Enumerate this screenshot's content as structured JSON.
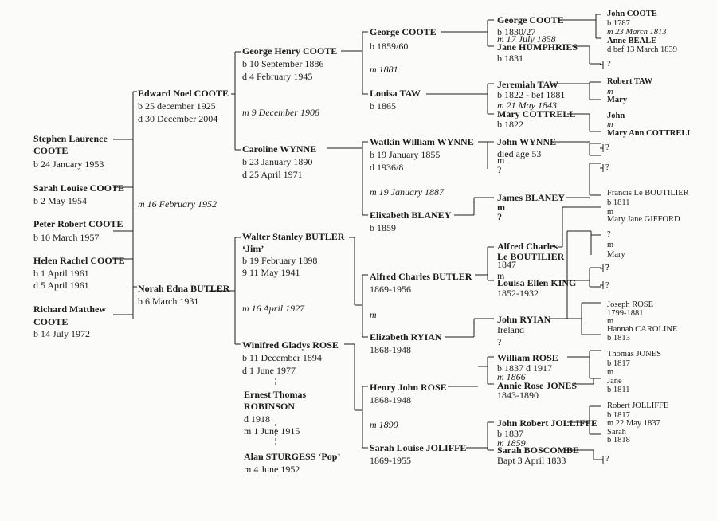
{
  "entries": [
    {
      "text": "Stephen Laurence",
      "b": 1
    },
    {
      "text": "COOTE",
      "b": 1
    },
    {
      "text": "b 24 January 1953"
    },
    {
      "text": "Sarah Louise COOTE",
      "b": 1
    },
    {
      "text": "b 2 May 1954"
    },
    {
      "text": "Peter Robert COOTE",
      "b": 1
    },
    {
      "text": "b 10 March 1957"
    },
    {
      "text": "Helen Rachel COOTE",
      "b": 1
    },
    {
      "text": "b 1 April 1961"
    },
    {
      "text": "d 5 April 1961"
    },
    {
      "text": "Richard Matthew",
      "b": 1
    },
    {
      "text": "COOTE",
      "b": 1
    },
    {
      "text": "b 14 July 1972"
    },
    {
      "text": "Edward Noel COOTE",
      "b": 1
    },
    {
      "text": "b 25 december 1925"
    },
    {
      "text": "d 30 December 2004"
    },
    {
      "text": "m 16 February 1952",
      "i": 1
    },
    {
      "text": "Norah Edna BUTLER",
      "b": 1
    },
    {
      "text": "b 6 March 1931"
    },
    {
      "text": "George Henry COOTE",
      "b": 1
    },
    {
      "text": "b 10 September 1886"
    },
    {
      "text": "d 4 February 1945"
    },
    {
      "text": "m 9 December 1908",
      "i": 1
    },
    {
      "text": "Caroline WYNNE",
      "b": 1
    },
    {
      "text": "b 23 January 1890"
    },
    {
      "text": "d 25 April 1971"
    },
    {
      "text": "Walter Stanley BUTLER",
      "b": 1
    },
    {
      "text": "‘Jim’",
      "b": 1
    },
    {
      "text": "b 19 February 1898"
    },
    {
      "text": "9 11 May 1941"
    },
    {
      "text": "m 16 April 1927",
      "i": 1
    },
    {
      "text": "Winifred Gladys ROSE",
      "b": 1
    },
    {
      "text": "b 11 December 1894"
    },
    {
      "text": "d 1 June 1977"
    },
    {
      "text": "Ernest Thomas",
      "b": 1
    },
    {
      "text": "ROBINSON",
      "b": 1
    },
    {
      "text": "d 1918"
    },
    {
      "text": "m 1 June 1915"
    },
    {
      "text": "Alan STURGESS ‘Pop’",
      "b": 1
    },
    {
      "text": "m 4 June 1952"
    },
    {
      "text": "George COOTE",
      "b": 1
    },
    {
      "text": "b 1859/60"
    },
    {
      "text": "m 1881",
      "i": 1
    },
    {
      "text": "Louisa TAW",
      "b": 1
    },
    {
      "text": "b 1865"
    },
    {
      "text": "Watkin William WYNNE",
      "b": 1
    },
    {
      "text": "b 19 January 1855"
    },
    {
      "text": "d 1936/8"
    },
    {
      "text": "m 19 January 1887",
      "i": 1
    },
    {
      "text": "Elixabeth BLANEY",
      "b": 1
    },
    {
      "text": "b 1859"
    },
    {
      "text": "Alfred Charles BUTLER",
      "b": 1
    },
    {
      "text": "1869-1956"
    },
    {
      "text": "m",
      "i": 1
    },
    {
      "text": "Elizabeth RYIAN",
      "b": 1
    },
    {
      "text": "1868-1948"
    },
    {
      "text": "Henry John ROSE",
      "b": 1
    },
    {
      "text": "1868-1948"
    },
    {
      "text": "m 1890",
      "i": 1
    },
    {
      "text": "Sarah Louise JOLIFFE",
      "b": 1
    },
    {
      "text": "1869-1955"
    },
    {
      "text": "George COOTE",
      "b": 1
    },
    {
      "text": "b 1830/27"
    },
    {
      "text": "m 17 July 1858",
      "i": 1
    },
    {
      "text": "Jane HUMPHRIES",
      "b": 1
    },
    {
      "text": "b 1831"
    },
    {
      "text": "Jeremiah TAW",
      "b": 1
    },
    {
      "text": "b 1822 - bef 1881"
    },
    {
      "text": "m 21 May 1843",
      "i": 1
    },
    {
      "text": "Mary COTTRELL",
      "b": 1
    },
    {
      "text": "b 1822"
    },
    {
      "text": "John WYNNE",
      "b": 1
    },
    {
      "text": "died age 53"
    },
    {
      "text": "m"
    },
    {
      "text": "?"
    },
    {
      "text": "James BLANEY",
      "b": 1
    },
    {
      "text": "m",
      "b": 1
    },
    {
      "text": "?",
      "b": 1
    },
    {
      "text": "Alfred Charles",
      "b": 1
    },
    {
      "text": "Le BOUTILIER",
      "b": 1
    },
    {
      "text": "1847"
    },
    {
      "text": "m"
    },
    {
      "text": "Louisa Ellen KING",
      "b": 1
    },
    {
      "text": "1852-1932"
    },
    {
      "text": "John RYIAN",
      "b": 1
    },
    {
      "text": "Ireland"
    },
    {
      "text": "?"
    },
    {
      "text": "William ROSE",
      "b": 1
    },
    {
      "text": "b 1837 d 1917"
    },
    {
      "text": "m 1866",
      "i": 1
    },
    {
      "text": "Annie Rose JONES",
      "b": 1
    },
    {
      "text": "1843-1890"
    },
    {
      "text": "John Robert JOLLIFFE",
      "b": 1
    },
    {
      "text": "b 1837"
    },
    {
      "text": "m 1859",
      "i": 1
    },
    {
      "text": "Sarah BOSCOMBE",
      "b": 1
    },
    {
      "text": "Bapt 3 April 1833"
    },
    {
      "text": "John COOTE",
      "b": 1
    },
    {
      "text": "b 1787"
    },
    {
      "text": "m 23 March 1813",
      "i": 1
    },
    {
      "text": "Anne BEALE",
      "b": 1
    },
    {
      "text": "d bef 13 March 1839"
    },
    {
      "text": "?"
    },
    {
      "text": "Robert TAW",
      "b": 1
    },
    {
      "text": "m",
      "i": 1
    },
    {
      "text": "Mary",
      "b": 1
    },
    {
      "text": "John",
      "b": 1
    },
    {
      "text": "m",
      "i": 1
    },
    {
      "text": "Mary Ann COTTRELL",
      "b": 1
    },
    {
      "text": "?"
    },
    {
      "text": "?"
    },
    {
      "text": "?"
    },
    {
      "text": "Francis Le BOUTILIER"
    },
    {
      "text": "b 1811"
    },
    {
      "text": "m"
    },
    {
      "text": "Mary Jane GIFFORD"
    },
    {
      "text": "?"
    },
    {
      "text": "m"
    },
    {
      "text": "Mary"
    },
    {
      "text": "?"
    },
    {
      "text": "?"
    },
    {
      "text": "Joseph ROSE"
    },
    {
      "text": "1799-1881"
    },
    {
      "text": "m"
    },
    {
      "text": "Hannah CAROLINE"
    },
    {
      "text": "b 1813"
    },
    {
      "text": "Thomas JONES"
    },
    {
      "text": "b 1817"
    },
    {
      "text": "m"
    },
    {
      "text": "Jane"
    },
    {
      "text": "b 1811"
    },
    {
      "text": "Robert JOLLIFFE"
    },
    {
      "text": "b 1817"
    },
    {
      "text": "m 22 May 1837"
    },
    {
      "text": "Sarah"
    },
    {
      "text": "b 1818"
    },
    {
      "text": "?"
    }
  ]
}
